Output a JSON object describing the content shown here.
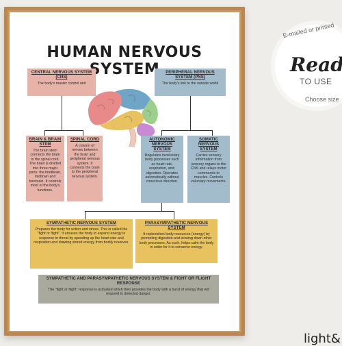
{
  "poster": {
    "title": "HUMAN NERVOUS SYSTEM",
    "cns": {
      "heading": "CENTRAL NERVOUS SYSTEM (CNS)",
      "text": "The body's master control unit"
    },
    "pns": {
      "heading": "PERIPHERAL NERVOUS SYSTEM (PNS)",
      "text": "The body's link to the outside world"
    },
    "brain_stem": {
      "heading": "BRAIN & BRAIN STEM",
      "text": "The brain stem connects the brain to the spinal cord. The brain is divided into three major parts: the hindbrain, midbrain and forebrain. It controls most of the body's functions."
    },
    "spinal_cord": {
      "heading": "SPINAL CORD",
      "text": "A column of nerves between the brain and peripheral nervous system. It connects the brain to the peripheral nervous system."
    },
    "autonomic": {
      "heading": "AUTONOMIC NERVOUS SYSTEM",
      "text": "Regulates involuntary body processes such as heart rate, respiration, and, digestion. Operates automatically without conscious direction."
    },
    "somatic": {
      "heading": "SOMATIC NERVOUS SYSTEM",
      "text": "Carries sensory information from sensory organs to the CNS and relays motor commands to muscles. Controls voluntary movements."
    },
    "sympathetic": {
      "heading": "SYMPATHETIC NERVOUS SYSTEM",
      "text": "Prepares the body for action and stress. This is called the \"fight or flight\". It arouses the body to expend energy in response to threat by speeding up the heart rate and respiration and drawing stored energy from bodily reserves."
    },
    "parasympathetic": {
      "heading": "PARASYMPATHETIC NERVOUS SYSTEM",
      "text": "It replenishes body resources (energy) by promoting digestion and slowing down other body processes. As such, helps calm the body in order for it to conserve energy."
    },
    "fight_flight": {
      "heading": "SYMPATHETIC AND PARASYMPATHETIC NERVOUS SYSTEM & FIGHT OR FLIGHT RESPONSE",
      "text": "The \"fight or flight\" response is activated which then provides the body with a burst of energy that will respond to detected danger."
    }
  },
  "stamp": {
    "top_text": "E-mailed or printed",
    "ready": "Read",
    "to_use": "TO USE",
    "bottom_text": "Choose size"
  },
  "brand": "light&",
  "colors": {
    "pink": "#e7b3a8",
    "blue": "#a3bccb",
    "yellow": "#e8c25e",
    "gray": "#a9aa9d",
    "frame": "#b9874f"
  }
}
